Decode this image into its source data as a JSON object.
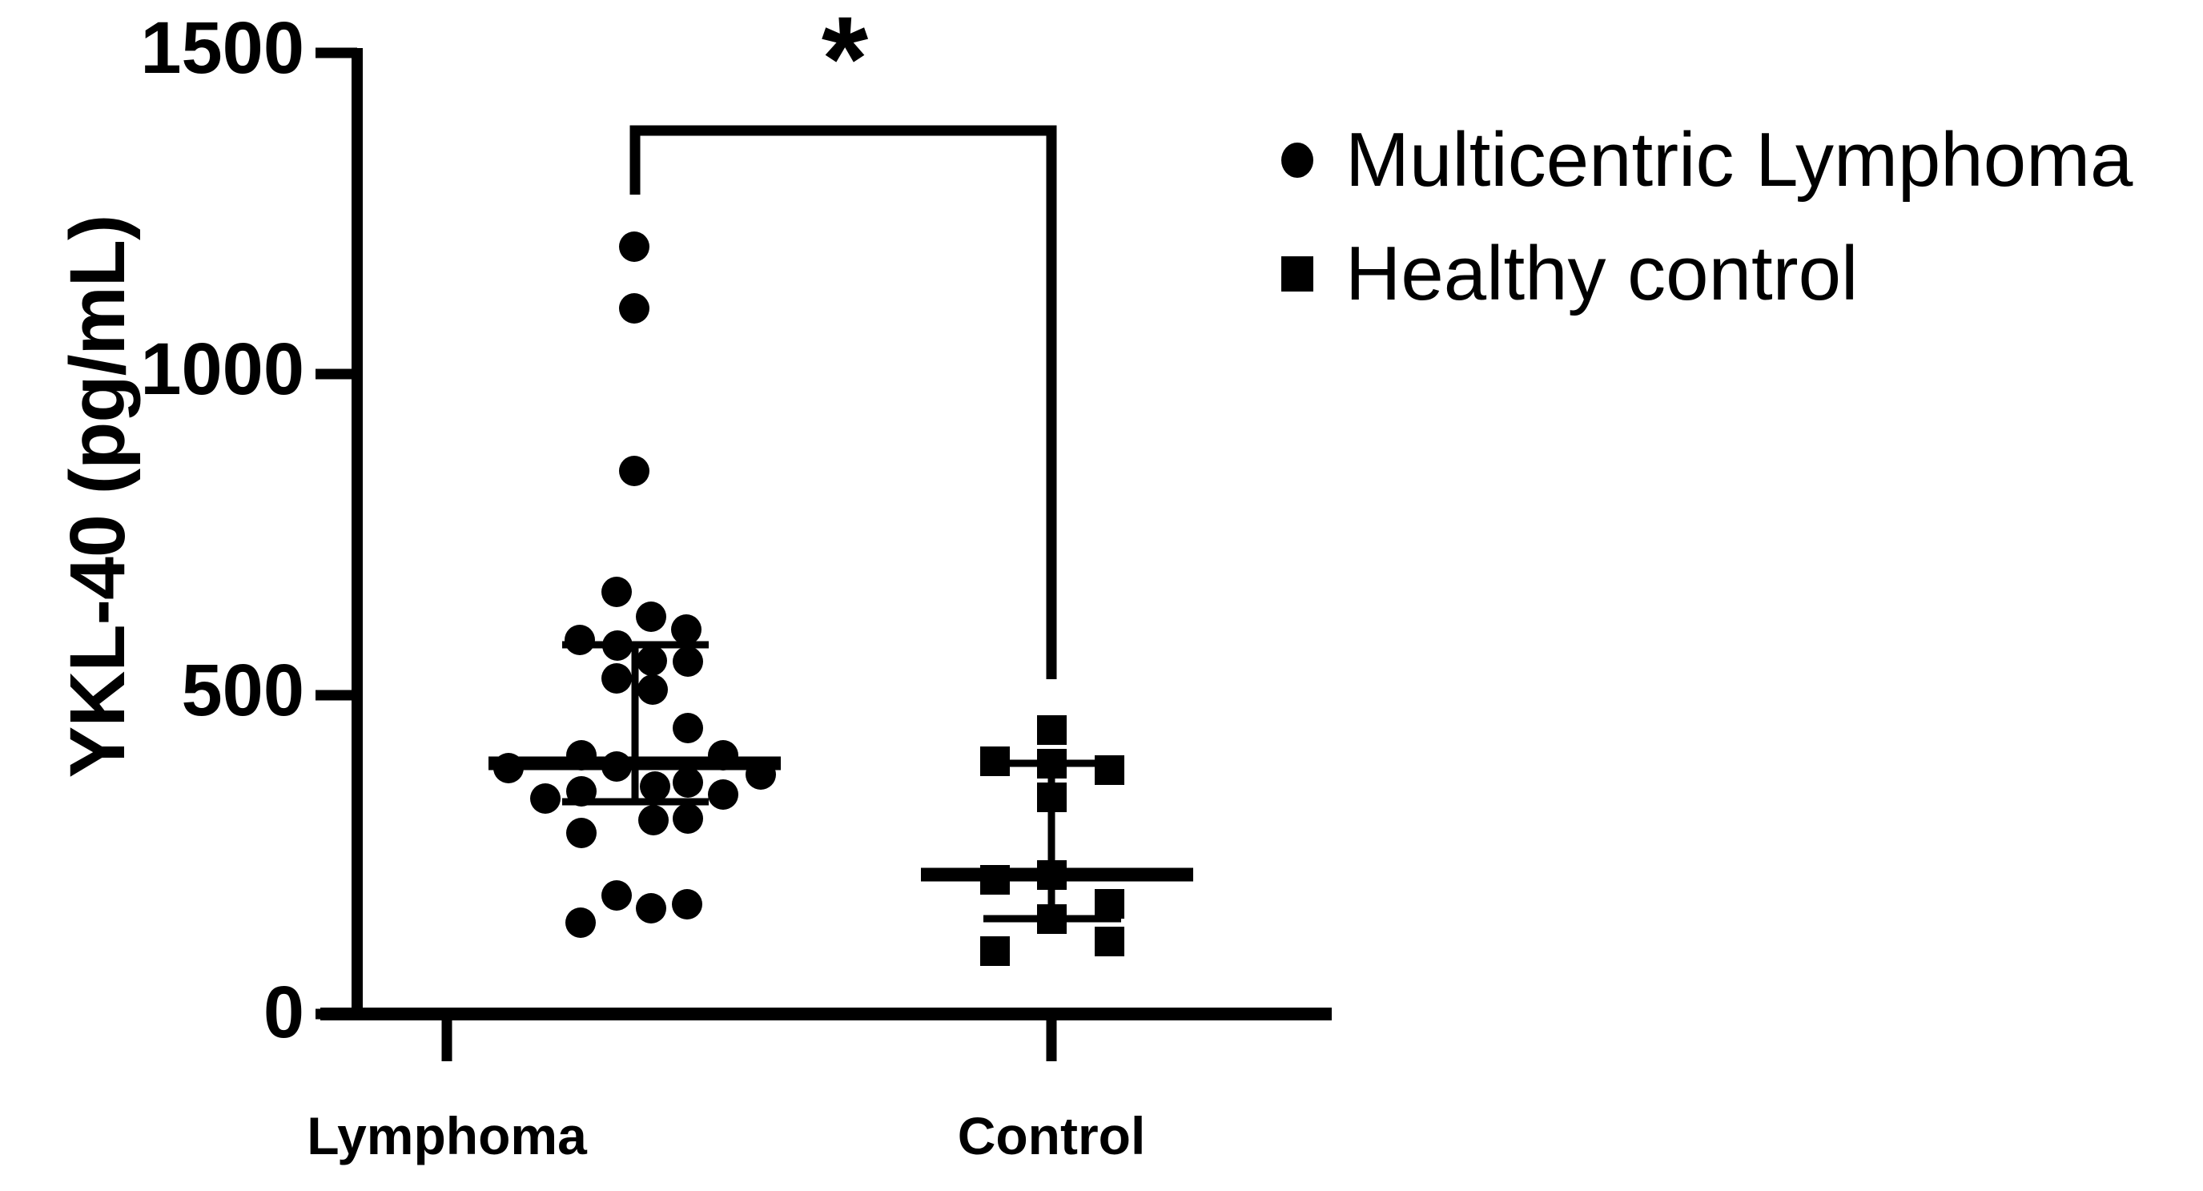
{
  "chart_data": {
    "type": "scatter",
    "title": "",
    "xlabel": "",
    "ylabel": "YKL-40 (pg/mL)",
    "ylim": [
      0,
      1500
    ],
    "yticks": [
      0,
      500,
      1000,
      1500
    ],
    "ytick_labels": [
      "0",
      "500",
      "1000",
      "1500"
    ],
    "categories": [
      "Lymphoma",
      "Control"
    ],
    "grid": false,
    "legend_position": "right",
    "legend": [
      {
        "label": "Multicentric Lymphoma",
        "marker": "circle"
      },
      {
        "label": "Healthy control",
        "marker": "square"
      }
    ],
    "annotations": [
      {
        "text": "*",
        "type": "significance-bracket",
        "between": [
          "Lymphoma",
          "Control"
        ]
      }
    ],
    "series": [
      {
        "name": "Multicentric Lymphoma",
        "category": "Lymphoma",
        "marker": "circle",
        "n": 28,
        "median": 394,
        "iqr_low": 334,
        "iqr_high": 578,
        "values": [
          1190,
          1100,
          850,
          661,
          622,
          602,
          586,
          577,
          554,
          553,
          526,
          509,
          449,
          407,
          407,
          394,
          389,
          387,
          377,
          364,
          358,
          350,
          346,
          339,
          308,
          305,
          285,
          188,
          174,
          168,
          146
        ]
      },
      {
        "name": "Healthy control",
        "category": "Control",
        "marker": "square",
        "n": 11,
        "median": 221,
        "iqr_low": 152,
        "iqr_high": 394,
        "values": [
          445,
          398,
          394,
          383,
          342,
          219,
          213,
          176,
          151,
          117,
          101
        ]
      }
    ]
  },
  "axes": {
    "y_title": "YKL-40 (pg/mL)",
    "y_tick_1500": "1500",
    "y_tick_1000": "1000",
    "y_tick_500": "500",
    "y_tick_0": "0",
    "x_tick_lymphoma": "Lymphoma",
    "x_tick_control": "Control"
  },
  "significance": {
    "star": "*"
  },
  "legend": {
    "items": [
      {
        "label": "Multicentric Lymphoma",
        "marker_name": "circle-marker-icon"
      },
      {
        "label": "Healthy control",
        "marker_name": "square-marker-icon"
      }
    ]
  },
  "colors": {
    "foreground": "#000000",
    "background": "#ffffff"
  }
}
